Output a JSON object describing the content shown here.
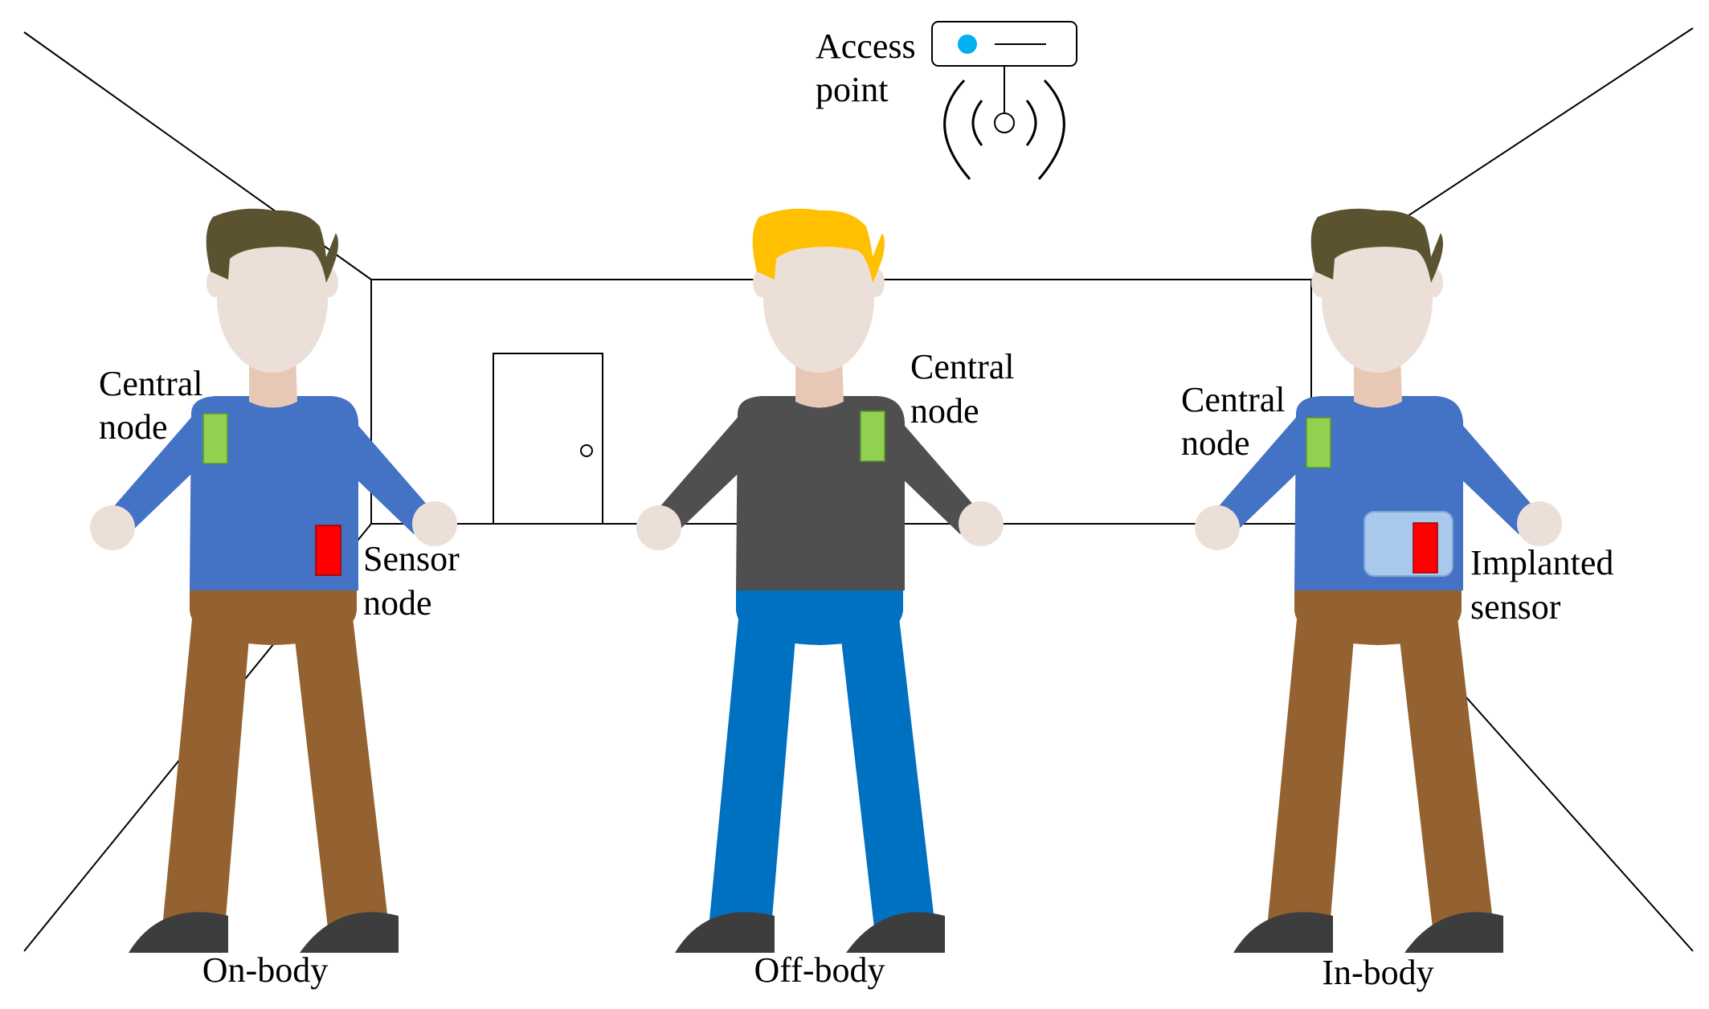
{
  "access_point": {
    "label_line1": "Access",
    "label_line2": "point"
  },
  "figures": [
    {
      "id": "on-body",
      "caption": "On-body",
      "central_label_line1": "Central",
      "central_label_line2": "node",
      "sensor_label_line1": "Sensor",
      "sensor_label_line2": "node",
      "colors": {
        "hair": "#5b5330",
        "shirt": "#4472c4",
        "pants": "#936230",
        "skin": "#ecdfd7",
        "shoe": "#3d3d3d"
      }
    },
    {
      "id": "off-body",
      "caption": "Off-body",
      "central_label_line1": "Central",
      "central_label_line2": "node",
      "colors": {
        "hair": "#ffc000",
        "shirt": "#4f4f4f",
        "pants": "#0070c0",
        "skin": "#ecdfd7",
        "shoe": "#3d3d3d"
      }
    },
    {
      "id": "in-body",
      "caption": "In-body",
      "central_label_line1": "Central",
      "central_label_line2": "node",
      "sensor_label_line1": "Implanted",
      "sensor_label_line2": "sensor",
      "colors": {
        "hair": "#5b5330",
        "shirt": "#4472c4",
        "pants": "#936230",
        "skin": "#ecdfd7",
        "shoe": "#3d3d3d"
      }
    }
  ],
  "colors": {
    "central_node": "#92d050",
    "sensor_node": "#ff0000",
    "implant_patch": "#9dc3e6",
    "access_point_led": "#00b0f0"
  }
}
